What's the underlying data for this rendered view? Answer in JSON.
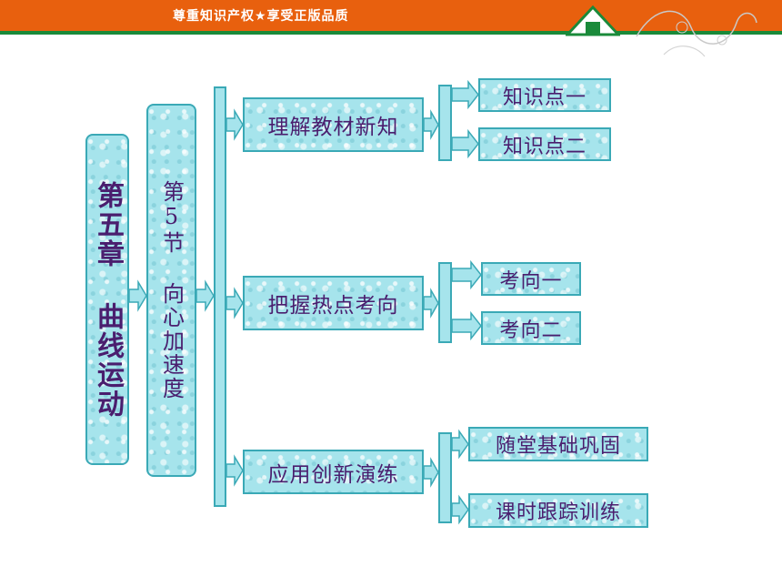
{
  "banner": {
    "slogan": "尊重知识产权★享受正版品质"
  },
  "colors": {
    "banner": "#e8600e",
    "accent_green": "#1a8a3a",
    "box_fill": "#a6e4ec",
    "box_border": "#3aa9b6",
    "text": "#4a1e6e"
  },
  "chapter": {
    "title": "第五章 曲线运动"
  },
  "section": {
    "title": "第5节 向心加速度"
  },
  "branches": [
    {
      "label": "理解教材新知",
      "children": [
        "知识点一",
        "知识点二"
      ]
    },
    {
      "label": "把握热点考向",
      "children": [
        "考向一",
        "考向二"
      ]
    },
    {
      "label": "应用创新演练",
      "children": [
        "随堂基础巩固",
        "课时跟踪训练"
      ]
    }
  ]
}
